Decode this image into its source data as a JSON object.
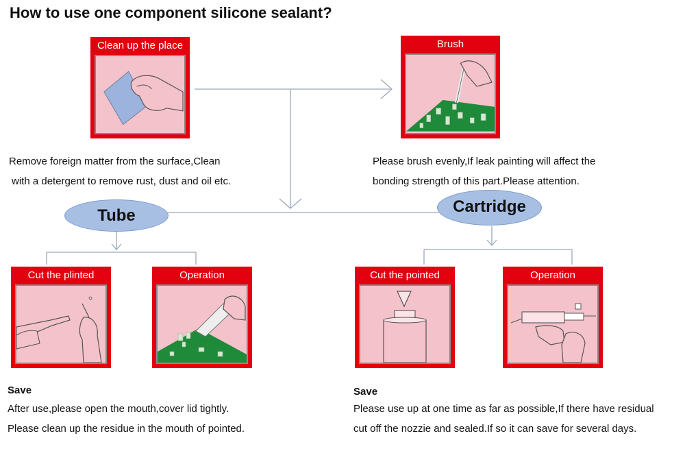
{
  "title": "How to use one component silicone sealant?",
  "steps": {
    "clean": {
      "caption": "Clean up the place",
      "desc1": "Remove foreign matter from the surface,Clean",
      "desc2": "with a detergent to remove rust, dust and oil etc."
    },
    "brush": {
      "caption": "Brush",
      "desc1": "Please brush evenly,If leak painting will affect the",
      "desc2": "bonding strength of this part.Please attention."
    }
  },
  "tube": {
    "label": "Tube",
    "cut_caption": "Cut the plinted",
    "op_caption": "Operation",
    "save_title": "Save",
    "save1": "After use,please open the mouth,cover lid tightly.",
    "save2": "Please clean up the residue in the mouth of pointed."
  },
  "cartridge": {
    "label": "Cartridge",
    "cut_caption": "Cut the pointed",
    "op_caption": "Operation",
    "save_title": "Save",
    "save1": "Please use up at one time as far as possible,If there have residual",
    "save2": "cut off the nozzie and sealed.If so it can save for several days."
  },
  "colors": {
    "card_red": "#e3000f",
    "panel_pink": "#f4c2cb",
    "ellipse_blue": "#a8bfe4",
    "board_green": "#1f8a3a",
    "line_gray": "#9aa7b8"
  }
}
